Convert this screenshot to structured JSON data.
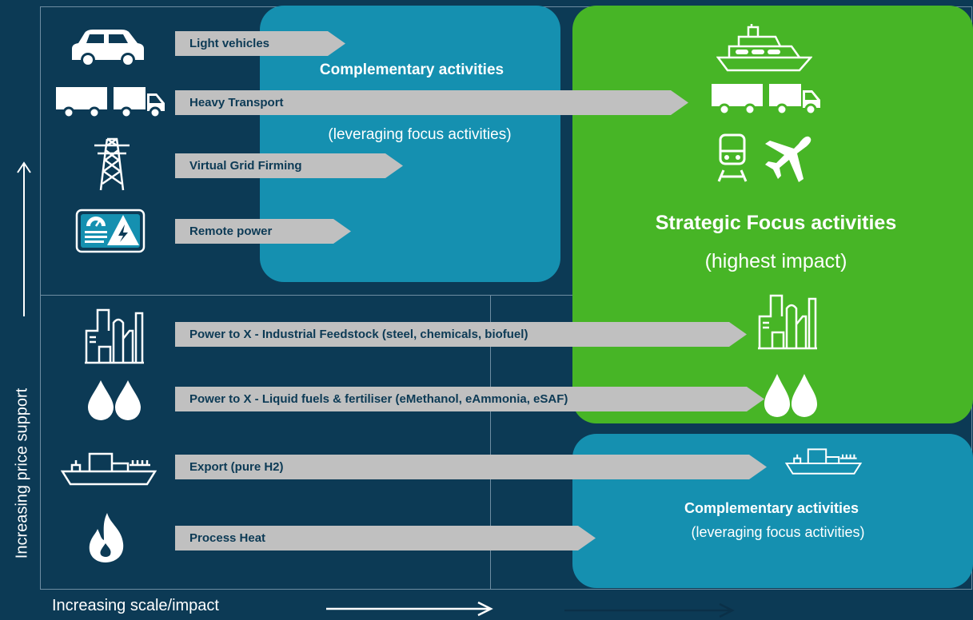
{
  "zones": {
    "complementary_top": {
      "title": "Complementary activities",
      "subtitle": "(leveraging focus activities)"
    },
    "strategic": {
      "title": "Strategic Focus activities",
      "subtitle": "(highest impact)"
    },
    "complementary_bottom": {
      "title": "Complementary activities",
      "subtitle": "(leveraging focus activities)"
    }
  },
  "activities": [
    "Light vehicles",
    "Heavy Transport",
    "Virtual Grid Firming",
    "Remote power",
    "Power to X - Industrial Feedstock (steel, chemicals, biofuel)",
    "Power to X - Liquid fuels & fertiliser (eMethanol, eAmmonia, eSAF)",
    "Export (pure H2)",
    "Process Heat"
  ],
  "axes": {
    "y_label": "Increasing price support",
    "x_label": "Increasing scale/impact"
  },
  "colors": {
    "background": "#0c3a55",
    "complementary": "#1590b0",
    "strategic": "#47b526",
    "arrow": "#c0c0c0"
  },
  "icons": [
    "car-icon",
    "truck-icon",
    "pylon-icon",
    "remote-power-icon",
    "factory-icon",
    "droplets-icon",
    "ship-icon",
    "flame-icon",
    "ferry-icon",
    "train-icon",
    "plane-icon"
  ]
}
